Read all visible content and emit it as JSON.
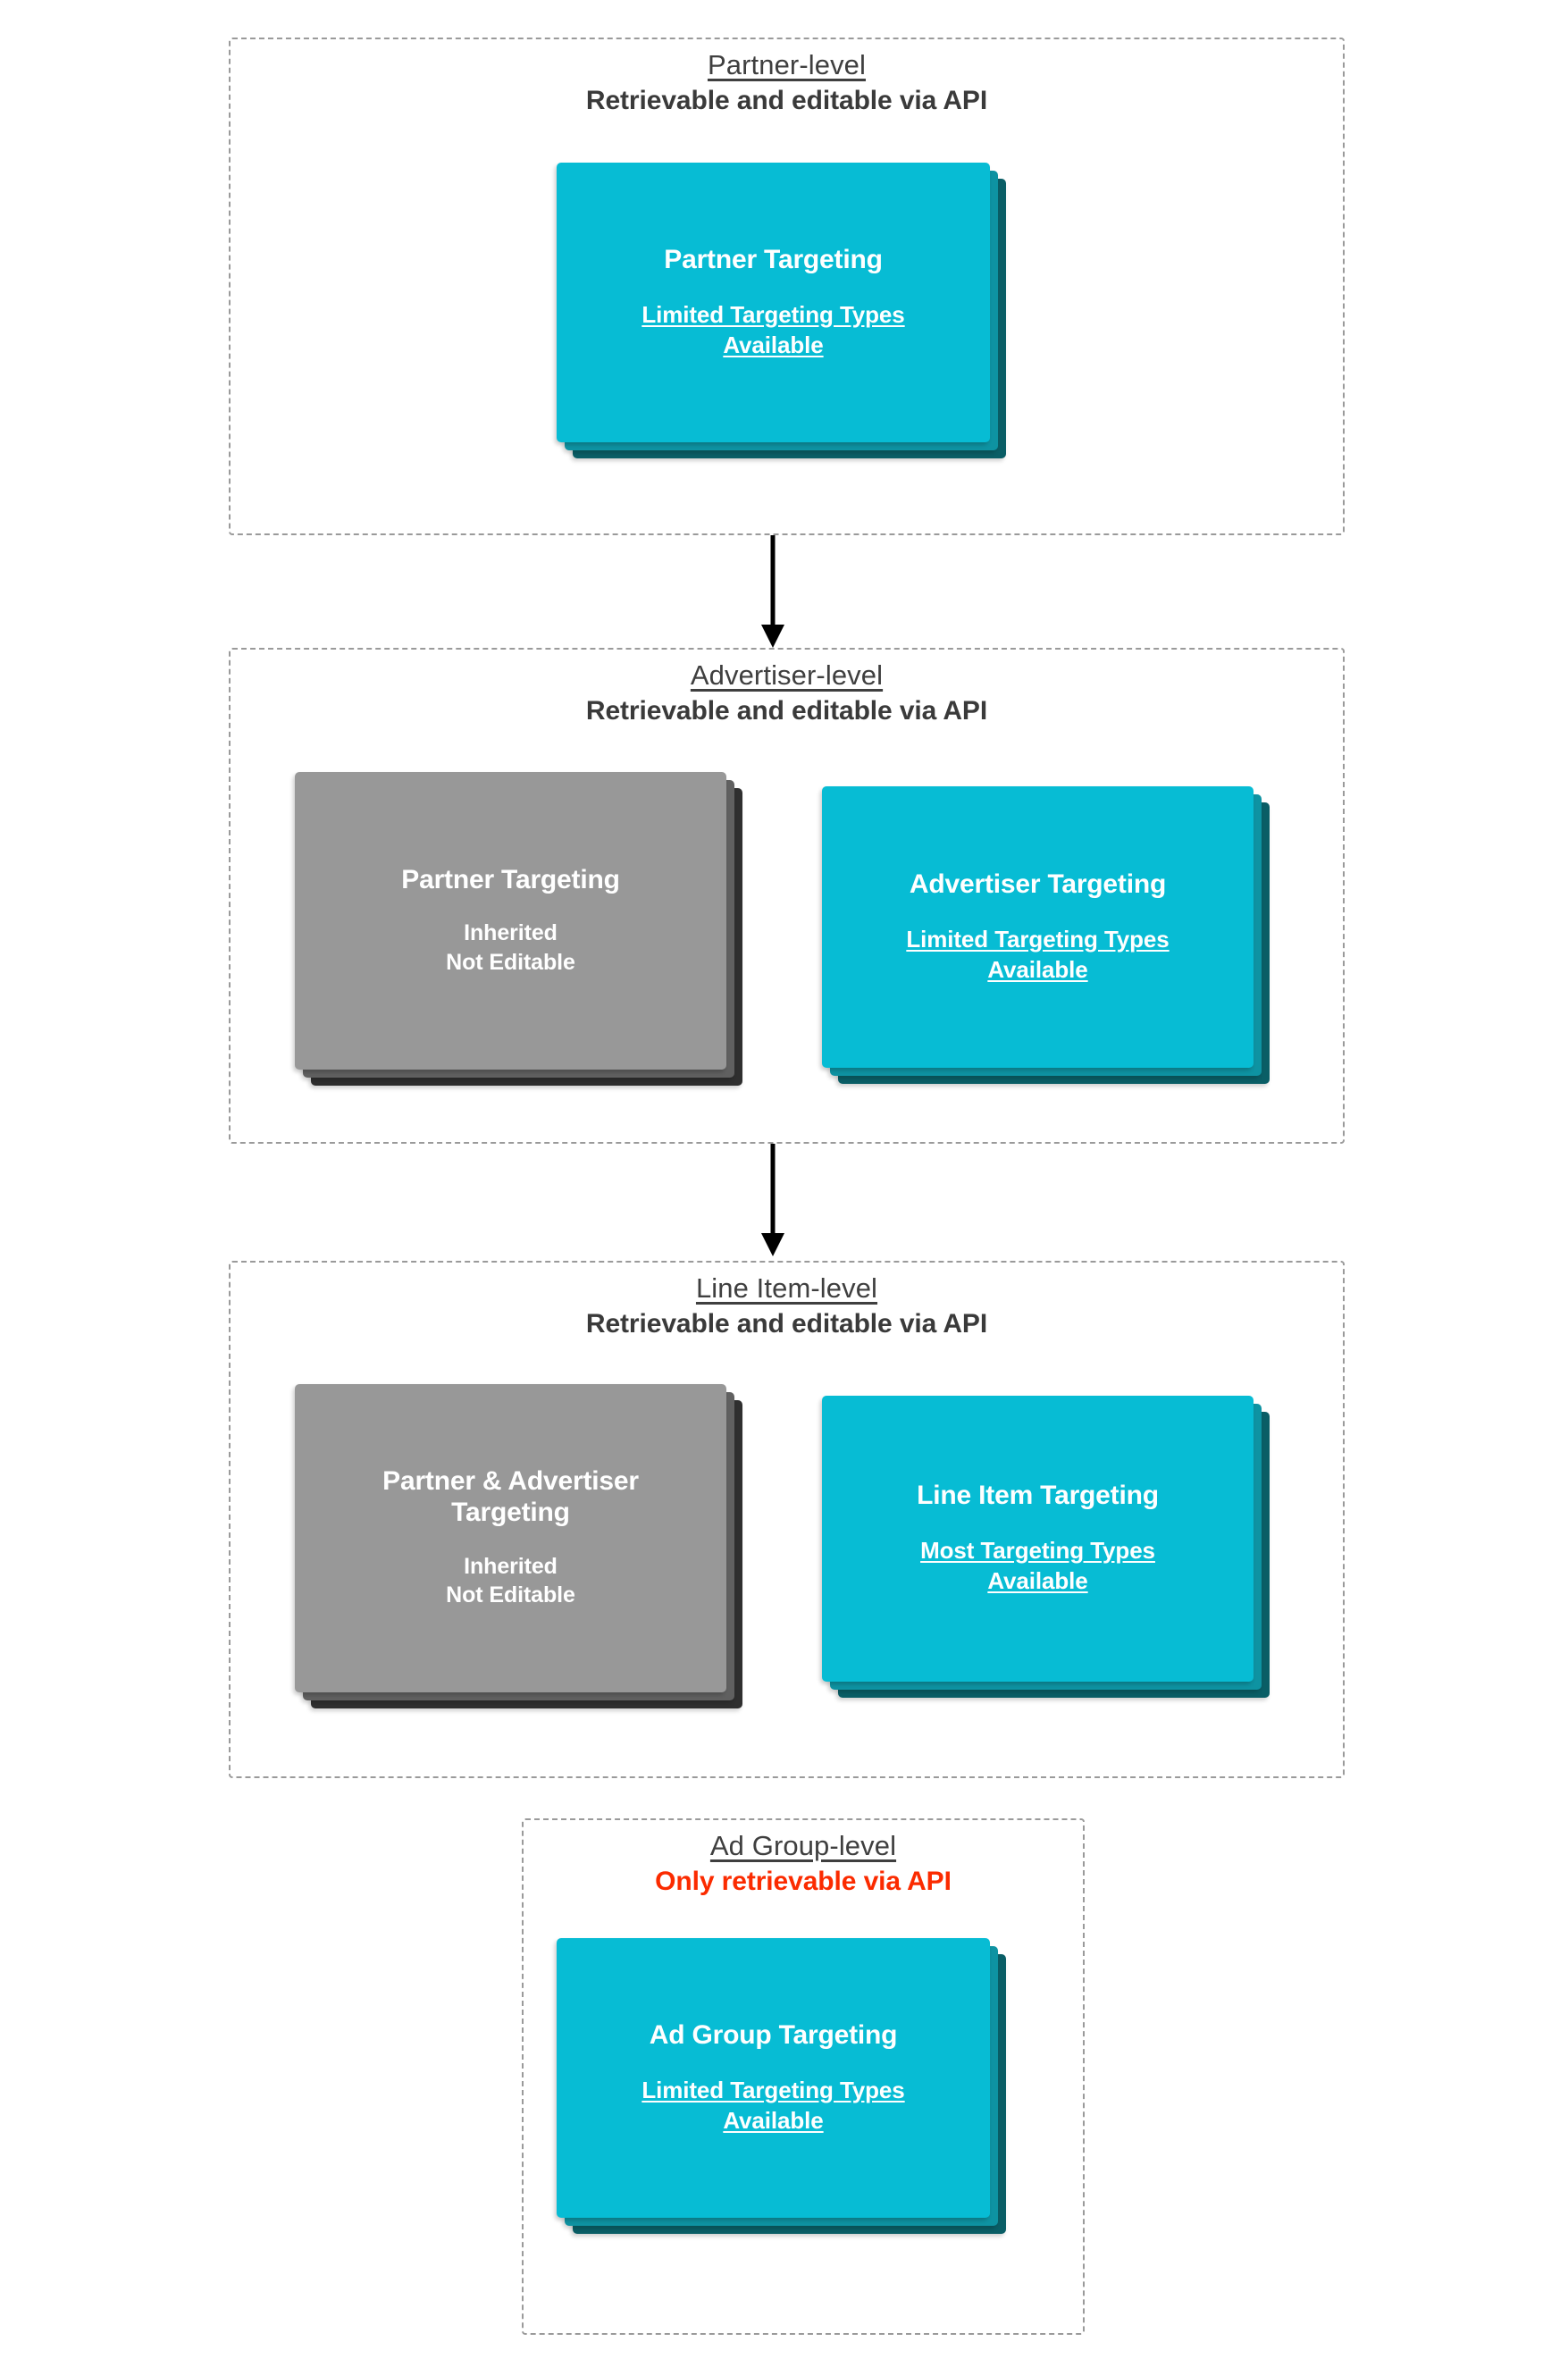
{
  "diagram": {
    "title": "Targeting inheritance across Partner, Advertiser, Line Item and Ad Group levels",
    "colors": {
      "card_cyan": "#07bcd4",
      "card_cyan_mid": "#0e93a2",
      "card_cyan_dark": "#0a5e66",
      "card_gray": "#989898",
      "card_gray_mid": "#606060",
      "card_gray_dark": "#2f2f2f",
      "alert_red": "#fb2b00",
      "box_border": "#9a9a9a",
      "text_dark": "#3f3f3f"
    }
  },
  "levels": [
    {
      "id": "partner",
      "name": "Partner-level",
      "api_note": "Retrievable and editable via API",
      "api_note_alert": false,
      "cards": [
        {
          "id": "partner-targeting",
          "title": "Partner Targeting",
          "subtitle": "Limited Targeting Types Available",
          "subtitle_underlined": true,
          "style": "cyan"
        }
      ]
    },
    {
      "id": "advertiser",
      "name": "Advertiser-level",
      "api_note": "Retrievable and editable via API",
      "api_note_alert": false,
      "cards": [
        {
          "id": "partner-targeting-inherited",
          "title": "Partner Targeting",
          "subtitle": "Inherited Not Editable",
          "subtitle_underlined": false,
          "style": "gray"
        },
        {
          "id": "advertiser-targeting",
          "title": "Advertiser Targeting",
          "subtitle": "Limited Targeting Types Available",
          "subtitle_underlined": true,
          "style": "cyan"
        }
      ]
    },
    {
      "id": "line-item",
      "name": "Line Item-level",
      "api_note": "Retrievable and editable via API",
      "api_note_alert": false,
      "cards": [
        {
          "id": "partner-advertiser-targeting-inherited",
          "title": "Partner & Advertiser Targeting",
          "subtitle": "Inherited Not Editable",
          "subtitle_underlined": false,
          "style": "gray"
        },
        {
          "id": "line-item-targeting",
          "title": "Line Item Targeting",
          "subtitle": "Most Targeting Types Available",
          "subtitle_underlined": true,
          "style": "cyan"
        }
      ]
    },
    {
      "id": "ad-group",
      "name": "Ad Group-level",
      "api_note": "Only retrievable via API",
      "api_note_alert": true,
      "cards": [
        {
          "id": "ad-group-targeting",
          "title": "Ad Group Targeting",
          "subtitle": "Limited Targeting Types Available",
          "subtitle_underlined": true,
          "style": "cyan"
        }
      ]
    }
  ],
  "card_text": {
    "partner_targeting_title": "Partner Targeting",
    "advertiser_targeting_title": "Advertiser Targeting",
    "partner_advertiser_targeting_title_line1": "Partner & Advertiser",
    "partner_advertiser_targeting_title_line2": "Targeting",
    "line_item_targeting_title": "Line Item Targeting",
    "ad_group_targeting_title": "Ad Group Targeting",
    "limited_line1": "Limited Targeting Types",
    "limited_line2": "Available",
    "most_line1": "Most Targeting Types",
    "most_line2": "Available",
    "inherited_line1": "Inherited",
    "inherited_line2": "Not Editable"
  },
  "arrows": [
    {
      "id": "partner-to-advertiser",
      "from": "partner",
      "to": "advertiser",
      "direction": "down"
    },
    {
      "id": "advertiser-to-line-item",
      "from": "advertiser",
      "to": "line-item",
      "direction": "down"
    }
  ]
}
